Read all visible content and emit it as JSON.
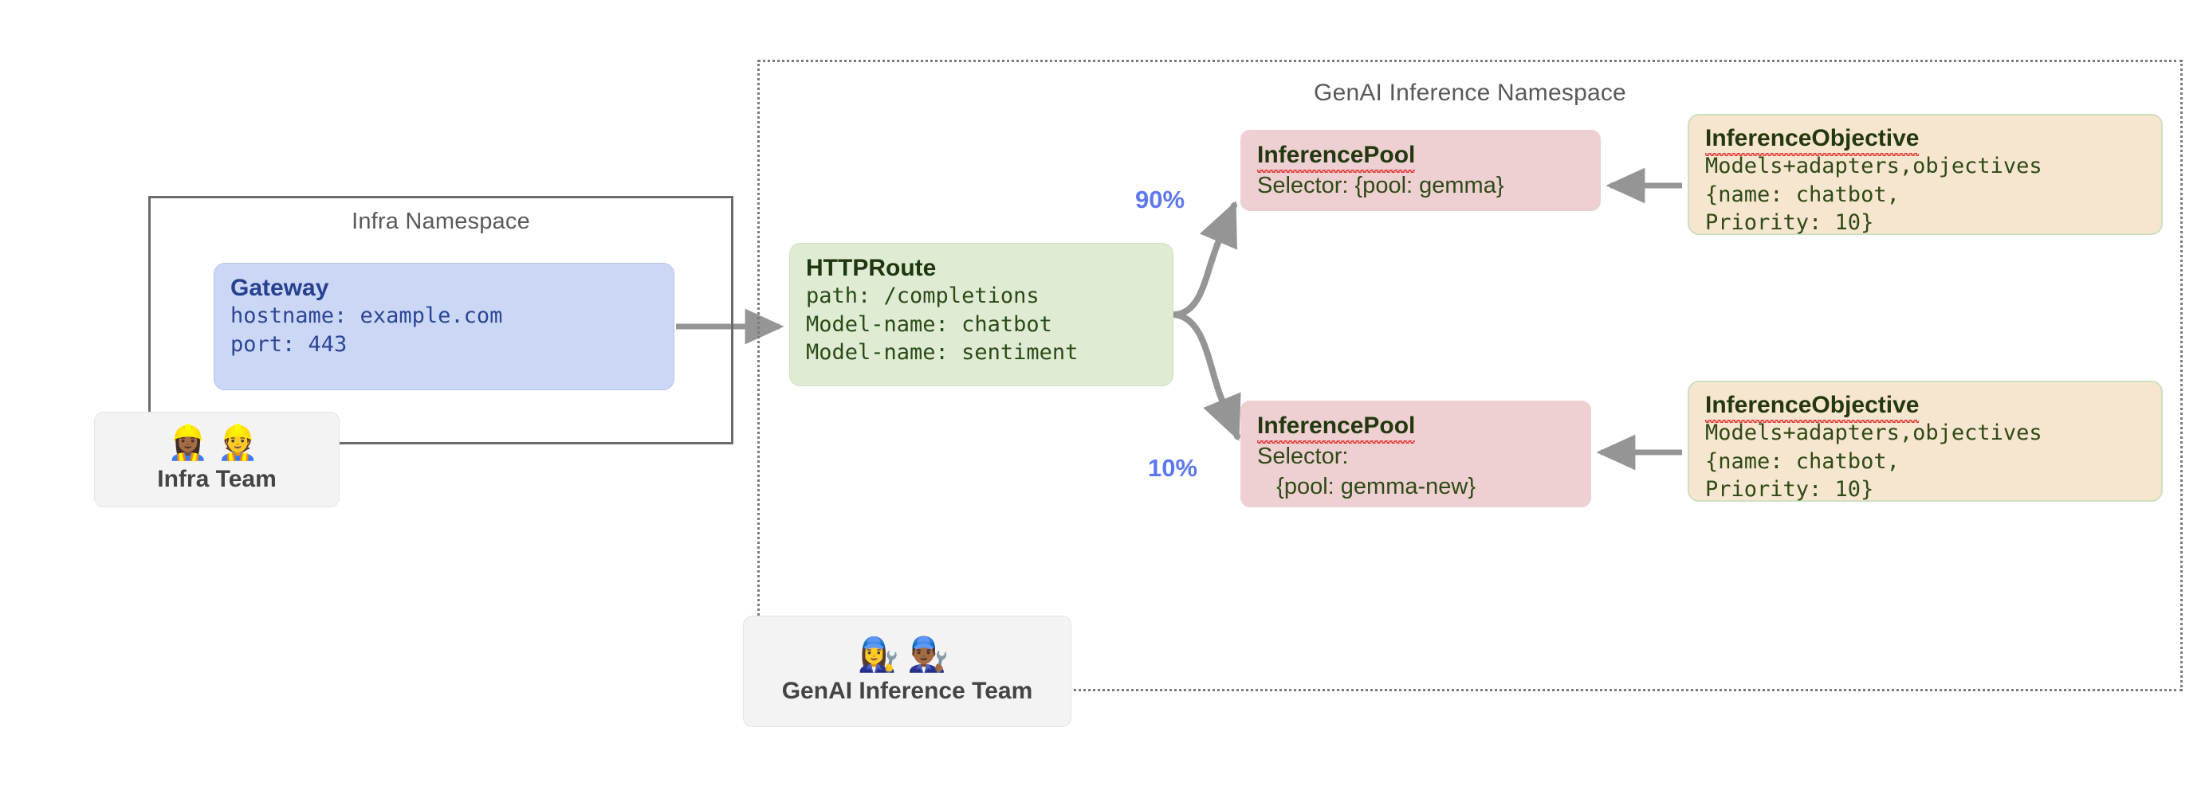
{
  "diagram": {
    "namespaces": [
      {
        "id": "infra",
        "title": "Infra Namespace",
        "border": "solid",
        "color": "#6b6b6b"
      },
      {
        "id": "genai",
        "title": "GenAI Inference Namespace",
        "border": "dotted",
        "color": "#7a7a7a"
      }
    ],
    "gateway": {
      "title": "Gateway",
      "line1": "hostname: example.com",
      "line2": "port: 443",
      "bg": "#ccd7f5",
      "fg": "#27408f"
    },
    "httproute": {
      "title": "HTTPRoute",
      "line1": "path: /completions",
      "line2": "Model-name: chatbot",
      "line3": "Model-name: sentiment",
      "bg": "#dfecd3",
      "fg": "#20360f"
    },
    "pools": [
      {
        "title": "InferencePool",
        "selector_line1": "Selector: {pool: gemma}",
        "selector_line2": "",
        "bg": "#eed0d2",
        "fg": "#22380f"
      },
      {
        "title": "InferencePool",
        "selector_line1": "Selector:",
        "selector_line2": "   {pool: gemma-new}",
        "bg": "#eed0d2",
        "fg": "#22380f"
      }
    ],
    "objectives": [
      {
        "title": "InferenceObjective",
        "line1": "Models+adapters,objectives",
        "line2": "{name: chatbot,",
        "line3": "Priority: 10}",
        "bg": "#f6e5cf",
        "fg": "#23380f"
      },
      {
        "title": "InferenceObjective",
        "line1": "Models+adapters,objectives",
        "line2": "{name: chatbot,",
        "line3": "Priority: 10}",
        "bg": "#f6e5cf",
        "fg": "#23380f"
      }
    ],
    "split_weights": [
      {
        "label": "90%",
        "value": 90,
        "target": "gemma",
        "color": "#5d78ec"
      },
      {
        "label": "10%",
        "value": 10,
        "target": "gemma-new",
        "color": "#5d78ec"
      }
    ],
    "teams": [
      {
        "id": "infra-team",
        "label": "Infra Team",
        "emojis": "👷🏾‍♀️👷"
      },
      {
        "id": "genai-team",
        "label": "GenAI Inference Team",
        "emojis": "👩‍🔧👨🏾‍🔧"
      }
    ],
    "arrow_color": "#959595"
  }
}
